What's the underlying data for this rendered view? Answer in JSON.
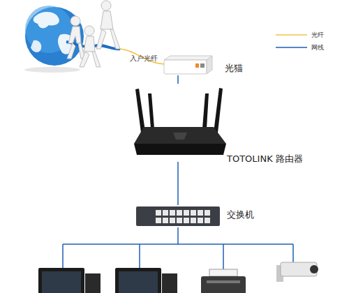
{
  "diagram": {
    "nodes": [
      {
        "text": [
          "光猫"
        ]
      },
      {
        "text": [
          "TOTOLINK 路由器"
        ]
      },
      {
        "text": [
          "交换机"
        ]
      }
    ],
    "edges": [
      {
        "from": 0,
        "to": 1,
        "arrow": "none"
      },
      {
        "from": 1,
        "to": 2,
        "arrow": "none"
      }
    ],
    "labels": [
      "入户光纤"
    ],
    "legend": [
      {
        "text": "光纤"
      },
      {
        "text": "网线"
      }
    ]
  }
}
